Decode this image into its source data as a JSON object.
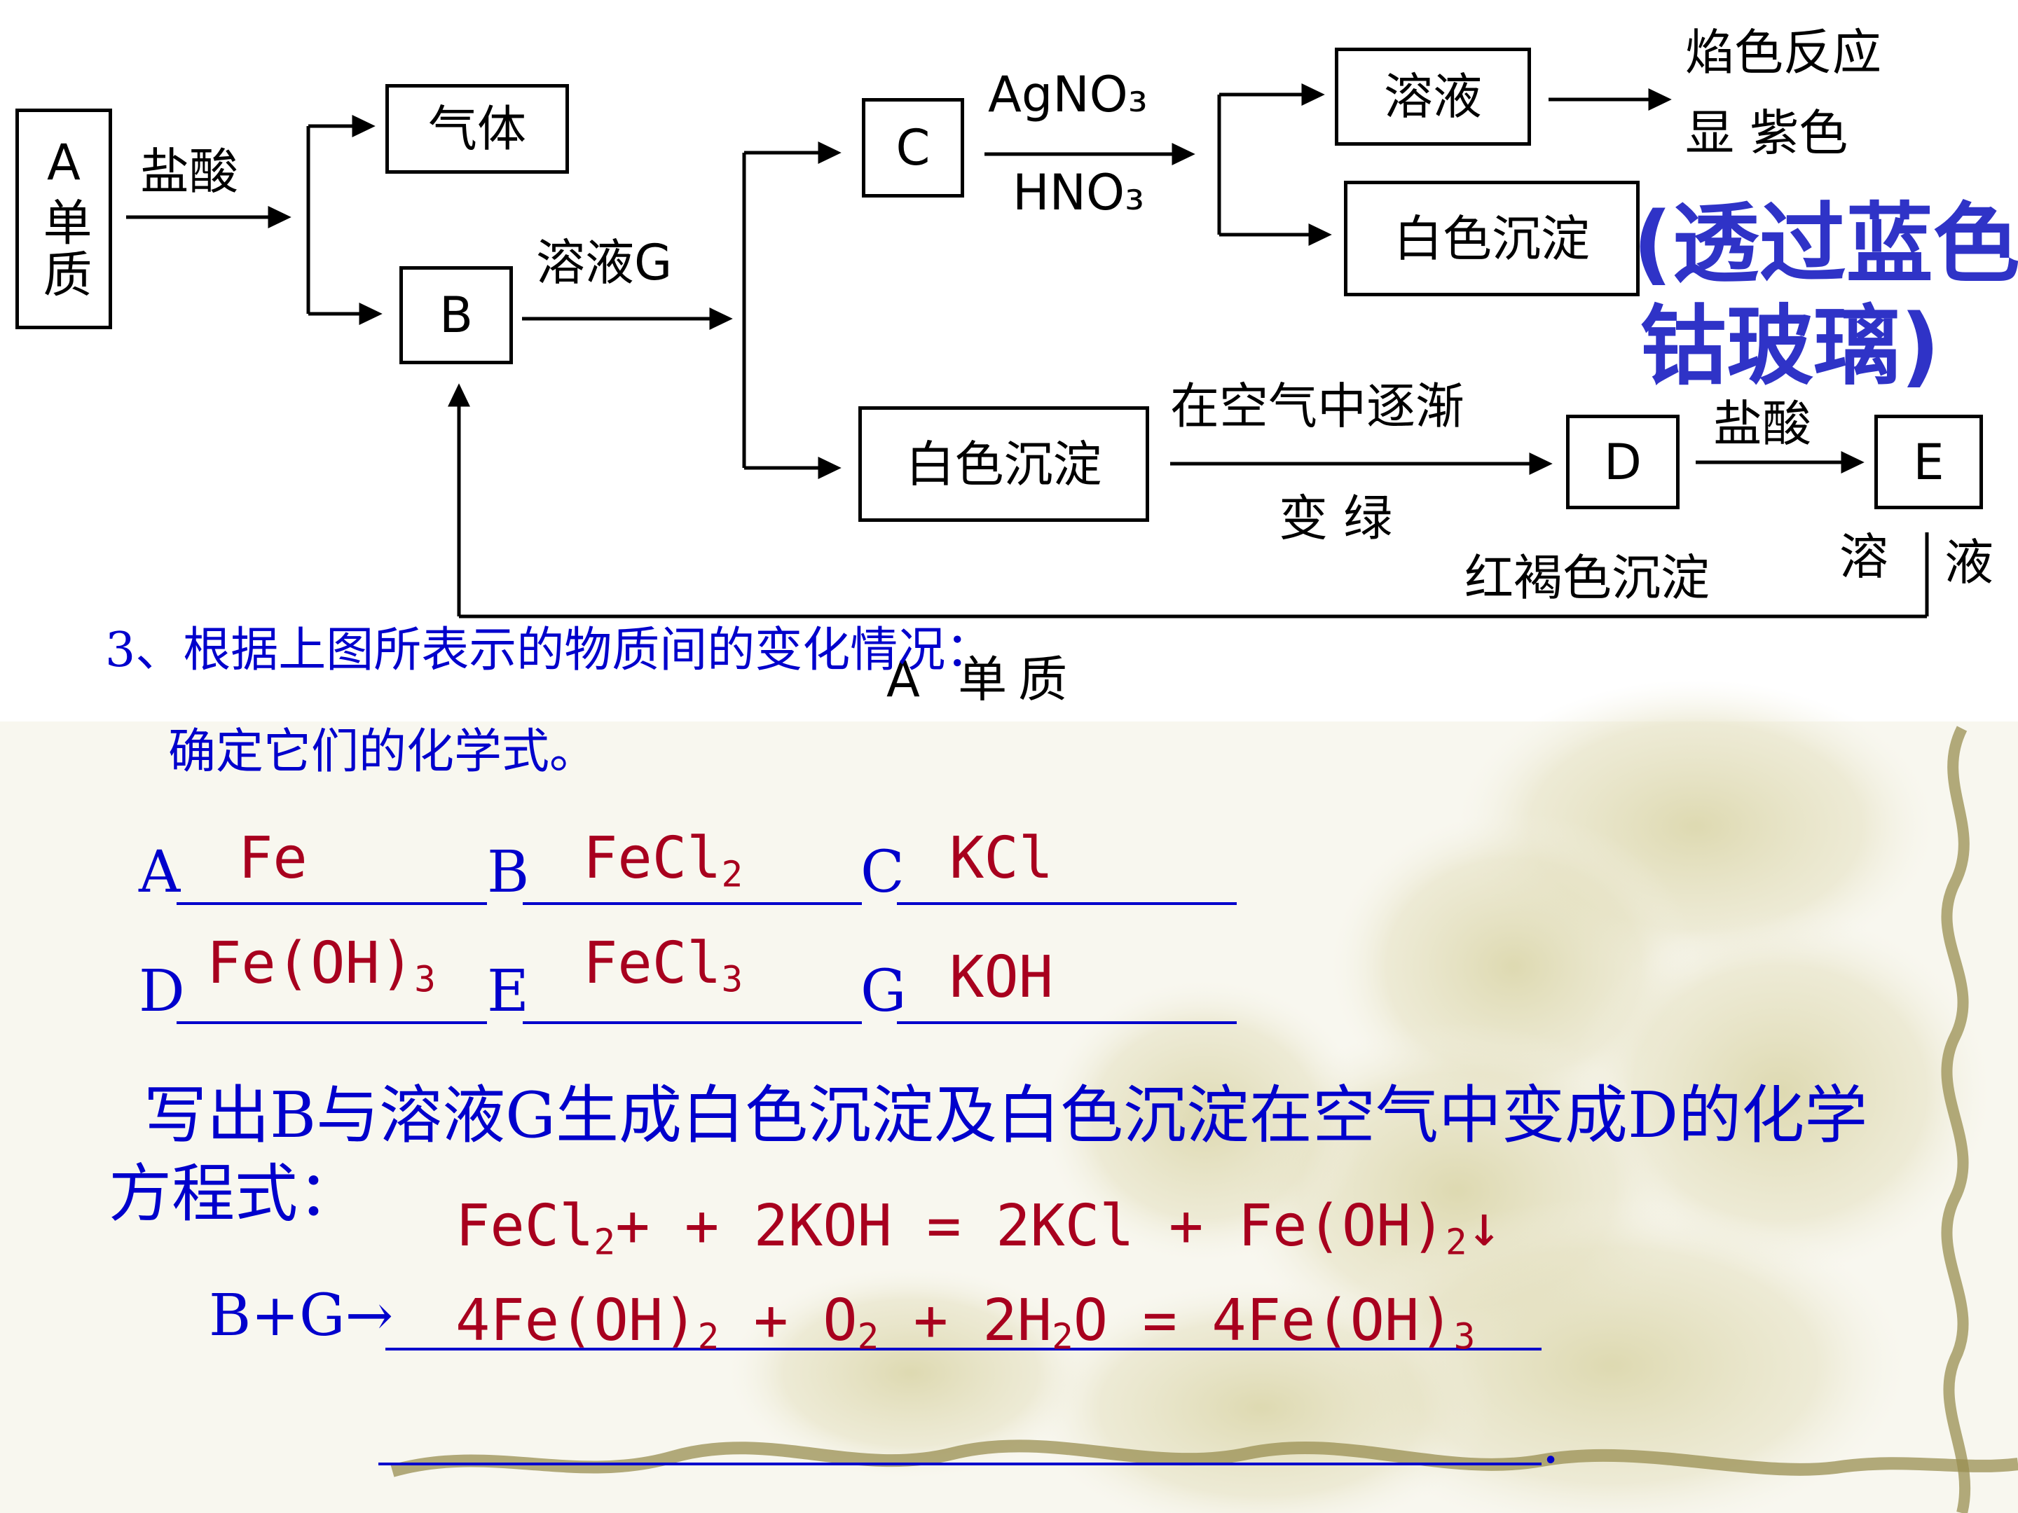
{
  "diagram": {
    "node_a": "A",
    "node_a_sub": "单质",
    "hcl_1": "盐酸",
    "gas": "气体",
    "node_b": "B",
    "solution_g": "溶液G",
    "node_c": "C",
    "agno3": "AgNO₃",
    "hno3": "HNO₃",
    "solution": "溶液",
    "flame_1": "焰色反应",
    "flame_2": "显 紫色",
    "white_ppt_1": "白色沉淀",
    "note_1": "(透过蓝色",
    "note_2": "钴玻璃)",
    "white_ppt_2": "白色沉淀",
    "air_1": "在空气中逐渐",
    "air_2": "变 绿",
    "node_d": "D",
    "hcl_2": "盐酸",
    "node_e": "E",
    "red_brown": "红褐色沉淀",
    "sol_1": "溶",
    "sol_2": "液",
    "a_elem": "A 单质"
  },
  "question": {
    "intro": "3、根据上图所表示的物质间的变化情况：",
    "task": "确定它们的化学式。",
    "labels": {
      "A": "A",
      "B": "B",
      "C": "C",
      "D": "D",
      "E": "E",
      "G": "G"
    },
    "answers": {
      "A": "Fe",
      "B_main": "FeCl",
      "B_sub": "2",
      "C": "KCl",
      "D_main": "Fe(OH)",
      "D_sub": "3",
      "E_main": "FeCl",
      "E_sub": "3",
      "G": "KOH"
    },
    "eq_prompt_1": "写出B与溶液G生成白色沉淀及白色沉淀在空气中变成D的化学",
    "eq_prompt_2": "方程式：",
    "bg_label": "B+G→",
    "eq1": {
      "p1": "FeCl",
      "s1": "2",
      "p2": "+ + 2KOH = 2KCl + Fe(OH)",
      "s2": "2",
      "p3": "↓"
    },
    "eq2": {
      "p1": "4Fe(OH)",
      "s1": "2",
      "p2": " + O",
      "s2": "2",
      "p3": " + 2H",
      "s3": "2",
      "p4": "O = 4Fe(OH)",
      "s4": "3"
    },
    "final_dot": "."
  },
  "colors": {
    "question_text": "#0000cc",
    "answer_text": "#a8001e",
    "note_text": "#2f33c7",
    "decoration": "#9a8f52"
  }
}
